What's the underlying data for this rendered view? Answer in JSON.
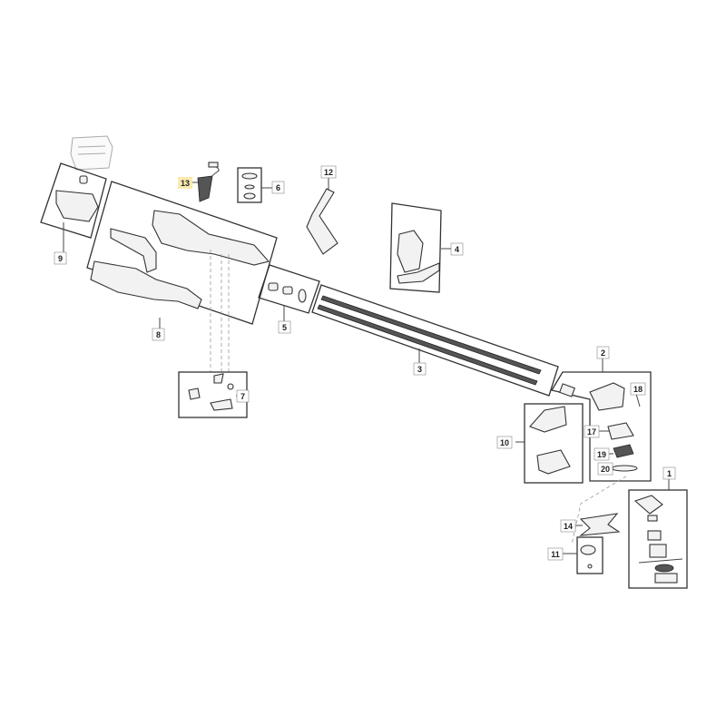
{
  "diagram": {
    "type": "exploded parts diagram",
    "highlight_color": "#fbe9b0",
    "highlighted_label": "13",
    "labels": {
      "l1": "1",
      "l2": "2",
      "l3": "3",
      "l4": "4",
      "l5": "5",
      "l6": "6",
      "l7": "7",
      "l8": "8",
      "l9": "9",
      "l10": "10",
      "l11": "11",
      "l12": "12",
      "l13": "13",
      "l14": "14",
      "l17": "17",
      "l18": "18",
      "l19": "19",
      "l20": "20"
    }
  }
}
